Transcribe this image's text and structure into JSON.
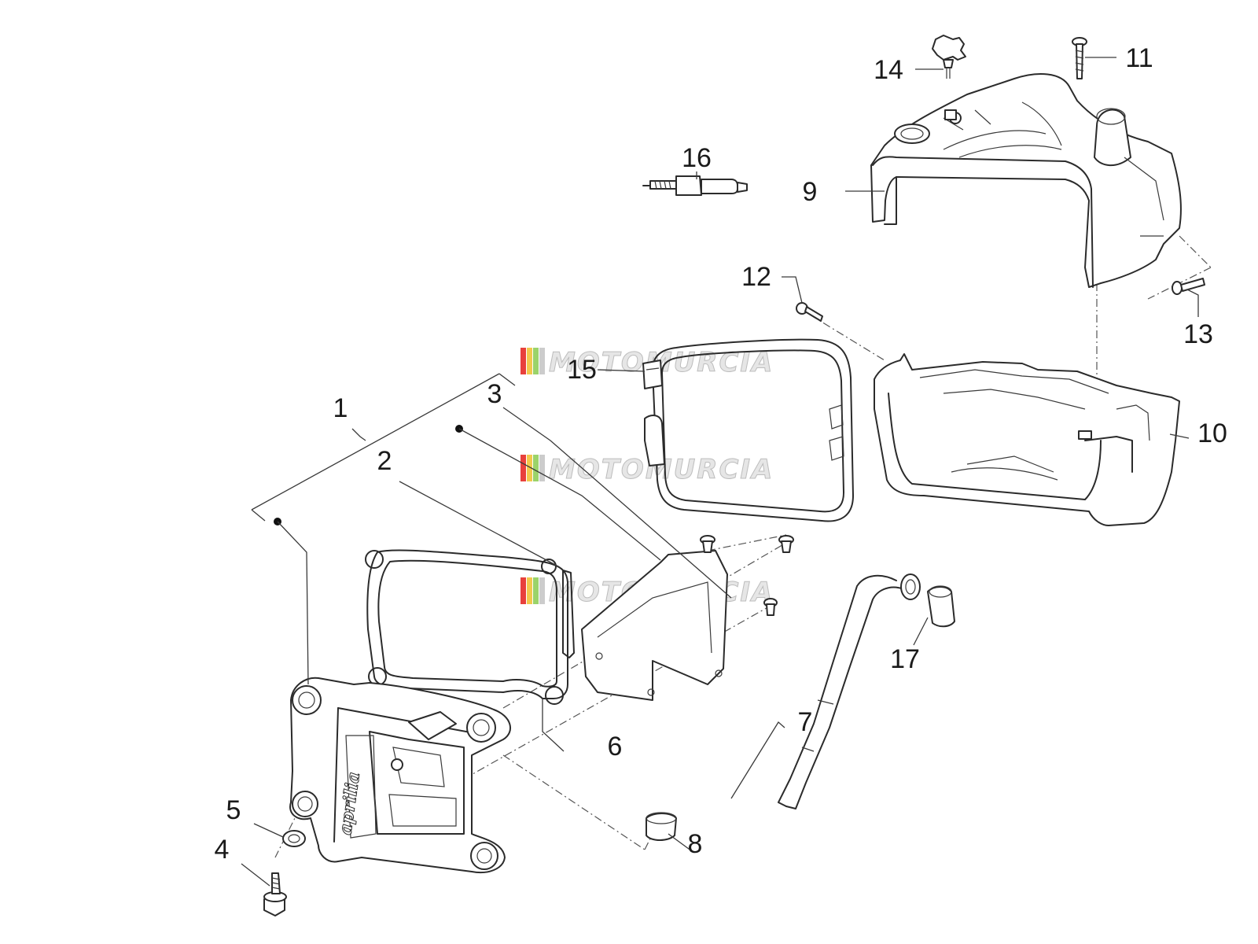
{
  "watermark": {
    "text": "MOTOMURCIA",
    "stripe_colors": [
      "#e8413c",
      "#f2c94c",
      "#9bd36a",
      "#cccccc"
    ]
  },
  "callouts": [
    "1",
    "2",
    "3",
    "4",
    "5",
    "6",
    "7",
    "8",
    "9",
    "10",
    "11",
    "12",
    "13",
    "14",
    "15",
    "16",
    "17"
  ],
  "housing_brand": "aprilia"
}
